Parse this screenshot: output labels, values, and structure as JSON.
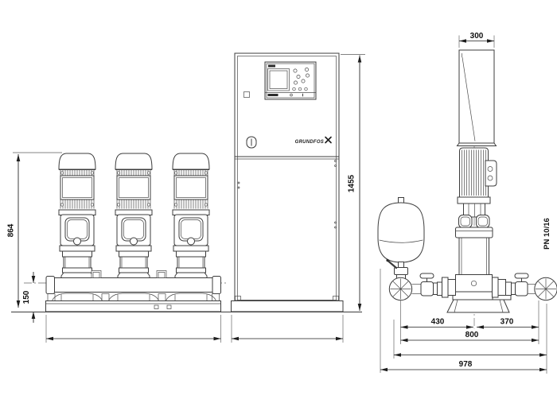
{
  "drawing": {
    "brand_logo": "GRUNDFOS",
    "pressure_rating": "PN 10/16",
    "dimensions": {
      "front_pump_height": "864",
      "front_manifold_height": "150",
      "cabinet_height": "1455",
      "cabinet_depth": "300",
      "side_suction_to_center": "430",
      "side_center_to_discharge": "370",
      "side_port_span": "800",
      "side_overall_depth": "978"
    }
  }
}
